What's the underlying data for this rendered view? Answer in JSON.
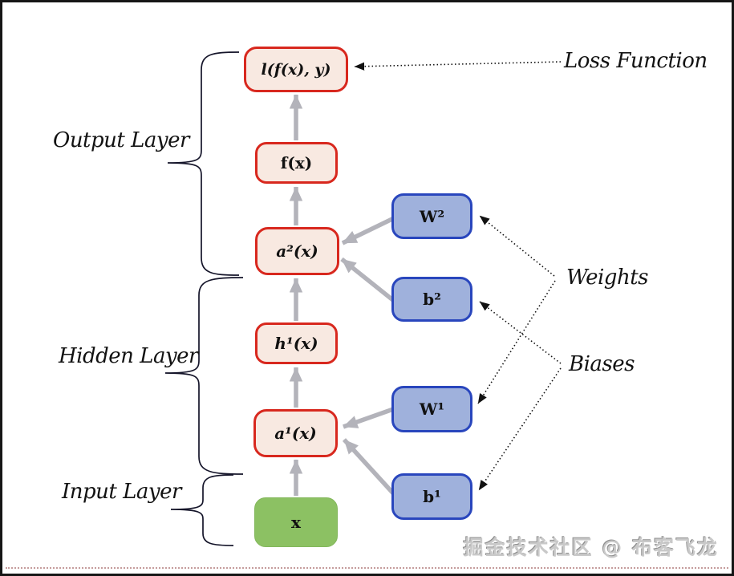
{
  "diagram": {
    "nodes": {
      "loss": {
        "label": "l(f(x), y)"
      },
      "f": {
        "label": "f(x)"
      },
      "a2": {
        "label": "a²(x)"
      },
      "h1": {
        "label": "h¹(x)"
      },
      "a1": {
        "label": "a¹(x)"
      },
      "x": {
        "label": "x"
      },
      "w2": {
        "label": "W²"
      },
      "b2": {
        "label": "b²"
      },
      "w1": {
        "label": "W¹"
      },
      "b1": {
        "label": "b¹"
      }
    },
    "annotations": {
      "loss_function": "Loss Function",
      "weights": "Weights",
      "biases": "Biases"
    },
    "layers": {
      "output": "Output Layer",
      "hidden": "Hidden Layer",
      "input": "Input Layer"
    },
    "edges": [
      {
        "from": "x",
        "to": "a1",
        "style": "solid-gray"
      },
      {
        "from": "a1",
        "to": "h1",
        "style": "solid-gray"
      },
      {
        "from": "h1",
        "to": "a2",
        "style": "solid-gray"
      },
      {
        "from": "a2",
        "to": "f",
        "style": "solid-gray"
      },
      {
        "from": "f",
        "to": "loss",
        "style": "solid-gray"
      },
      {
        "from": "w2",
        "to": "a2",
        "style": "solid-gray"
      },
      {
        "from": "b2",
        "to": "a2",
        "style": "solid-gray"
      },
      {
        "from": "w1",
        "to": "a1",
        "style": "solid-gray"
      },
      {
        "from": "b1",
        "to": "a1",
        "style": "solid-gray"
      },
      {
        "from": "loss_function",
        "to": "loss",
        "style": "dotted-black"
      },
      {
        "from": "weights",
        "to": "w2",
        "style": "dotted-black"
      },
      {
        "from": "weights",
        "to": "w1",
        "style": "dotted-black"
      },
      {
        "from": "biases",
        "to": "b2",
        "style": "dotted-black"
      },
      {
        "from": "biases",
        "to": "b1",
        "style": "dotted-black"
      }
    ],
    "colors": {
      "red_node_border": "#d8281e",
      "red_node_fill": "#f8e9e1",
      "blue_node_border": "#2946bd",
      "blue_node_fill": "#9fb1dc",
      "green_node_fill": "#8cc163",
      "gray_arrow": "#b3b3ba",
      "dotted_line": "#111111",
      "brace": "#15152a"
    },
    "watermark": "掘金技术社区 @ 布客飞龙"
  }
}
